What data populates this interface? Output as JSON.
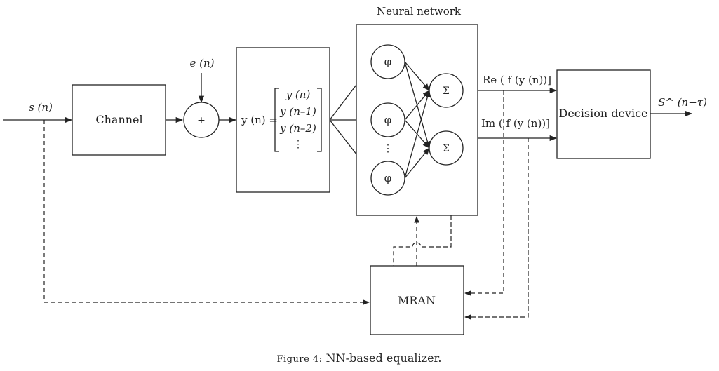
{
  "labels": {
    "input": "s (n)",
    "channel": "Channel",
    "noise": "e (n)",
    "adder": "+",
    "vector_lhs": "y (n) =",
    "vector": [
      "y (n)",
      "y (n–1)",
      "y (n–2)",
      "⋮"
    ],
    "neural_network": "Neural network",
    "phi": "φ",
    "sigma": "Σ",
    "vdots": "⋮",
    "real_out": "Re ( f (y (n))]",
    "imag_out": "Im ( f (y (n))]",
    "decision": "Decision device",
    "output": "S^ (n−τ)",
    "mran": "MRAN"
  },
  "caption": {
    "prefix": "Figure 4:",
    "text": " NN-based equalizer."
  }
}
